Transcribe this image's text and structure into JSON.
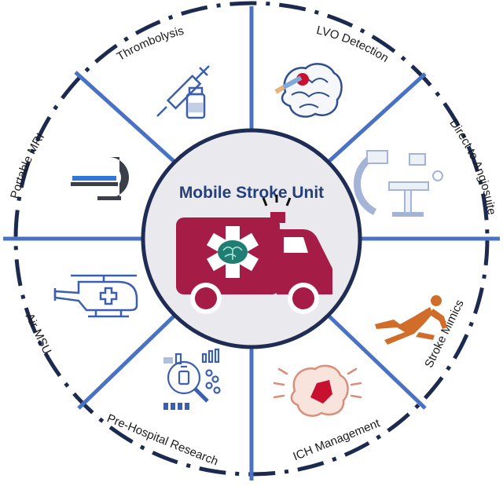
{
  "center": {
    "title": "Mobile Stroke Unit"
  },
  "segments": [
    {
      "label": "LVO Detection",
      "icon": "brain-scan-icon"
    },
    {
      "label": "Direct to Angiosuite",
      "icon": "angiography-machine-icon"
    },
    {
      "label": "Stroke Mimics",
      "icon": "falling-person-icon"
    },
    {
      "label": "ICH Management",
      "icon": "brain-hemorrhage-icon"
    },
    {
      "label": "Pre-Hospital Research",
      "icon": "research-analysis-icon"
    },
    {
      "label": "Air MSU",
      "icon": "helicopter-icon"
    },
    {
      "label": "Portable MRI",
      "icon": "mri-scanner-icon"
    },
    {
      "label": "Thrombolysis",
      "icon": "syringe-vial-icon"
    }
  ],
  "colors": {
    "ring_dash": "#1b2a4e",
    "spoke": "#4a72c4",
    "center_fill": "#e9e9ee",
    "center_border": "#1f2d54",
    "ambulance": "#a51c47",
    "icon_blue": "#3b5fae",
    "icon_orange": "#d06d2a"
  }
}
